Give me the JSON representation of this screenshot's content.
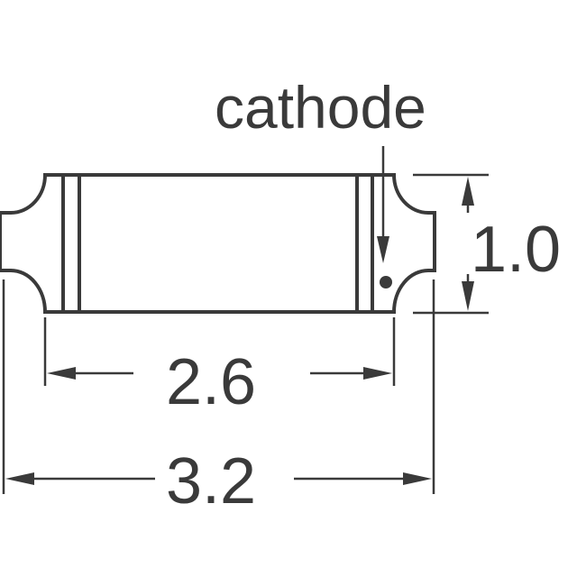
{
  "labels": {
    "cathode": "cathode",
    "width": "1.0",
    "body_length": "2.6",
    "total_length": "3.2"
  },
  "colors": {
    "ink": "#3a3a3a",
    "background": "#ffffff"
  }
}
